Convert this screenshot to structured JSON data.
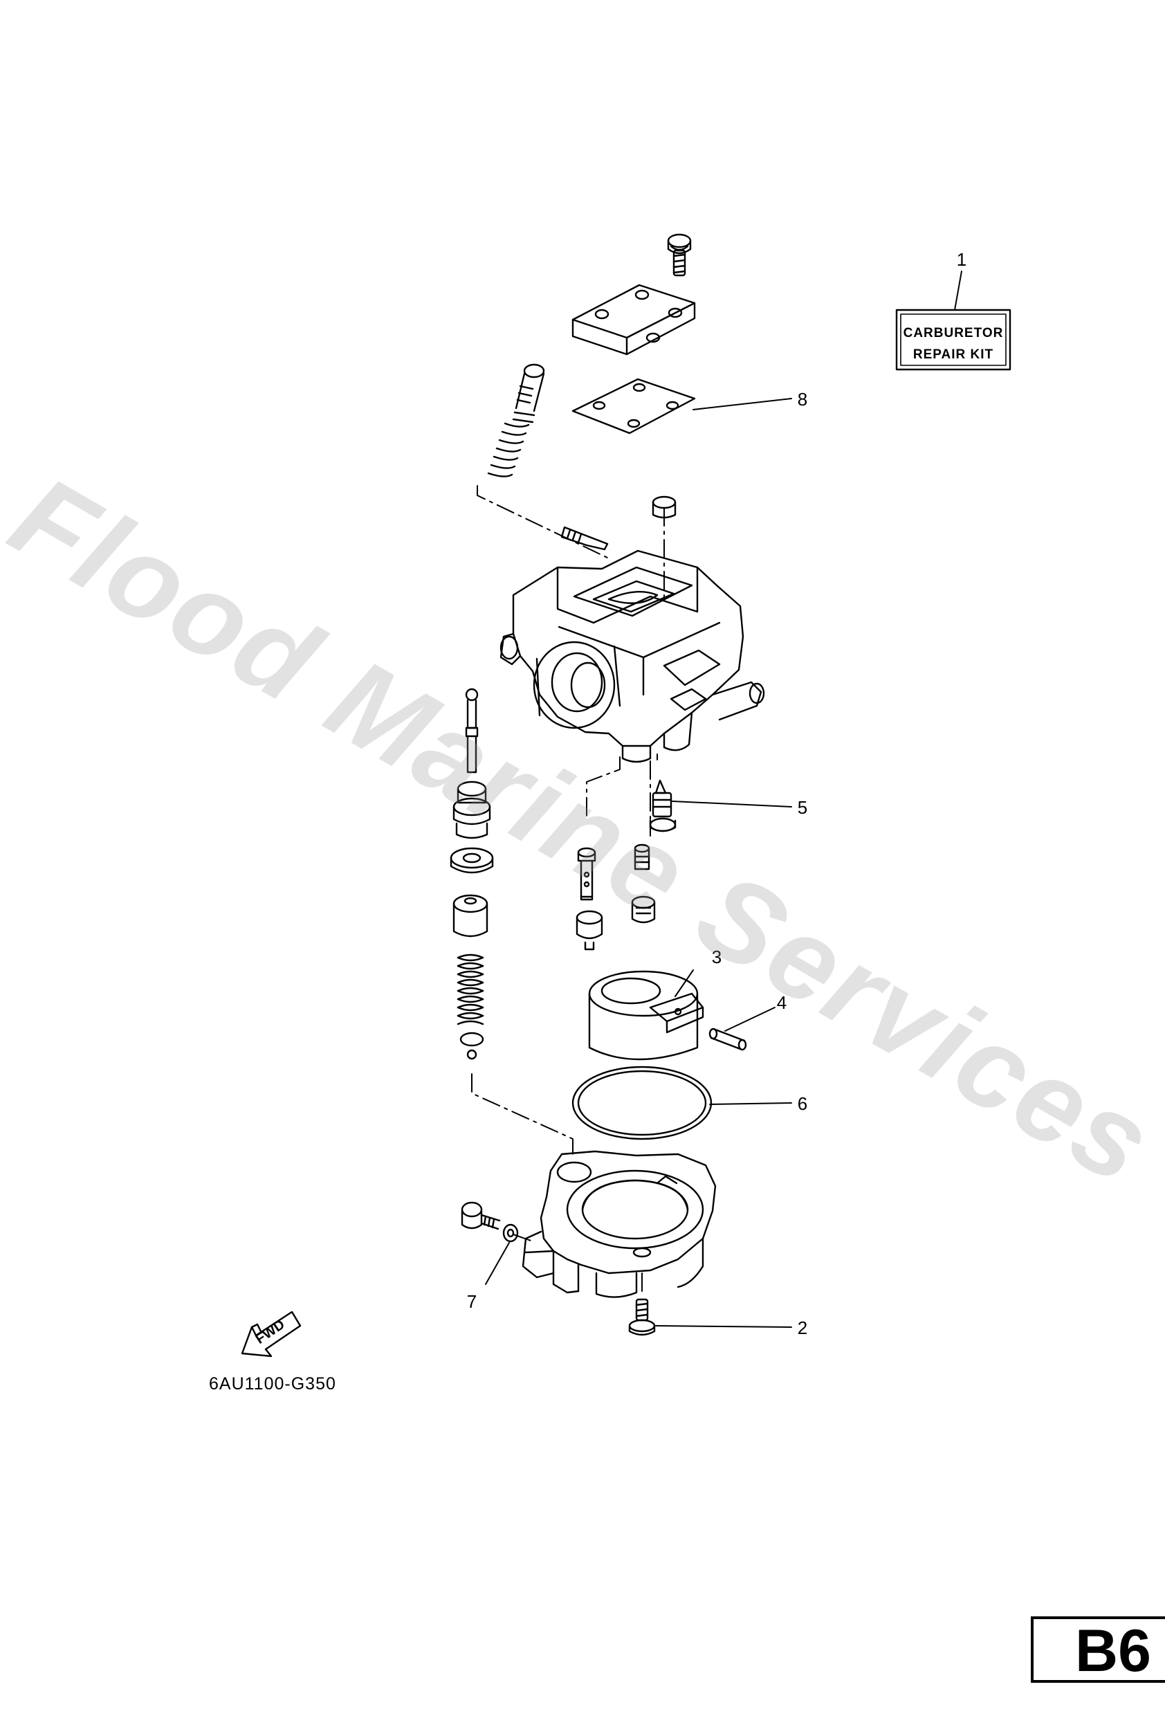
{
  "watermark": "Flood Marine Services",
  "kit_label": {
    "line1": "CARBURETOR",
    "line2": "REPAIR KIT"
  },
  "fwd_label": "FWD",
  "diagram_code": "6AU1100-G350",
  "page_code": "B6",
  "callouts": [
    {
      "id": "1",
      "part": "repair kit label"
    },
    {
      "id": "2",
      "part": "screw"
    },
    {
      "id": "3",
      "part": "float"
    },
    {
      "id": "4",
      "part": "pin"
    },
    {
      "id": "5",
      "part": "needle valve"
    },
    {
      "id": "6",
      "part": "o-ring"
    },
    {
      "id": "7",
      "part": "washer"
    },
    {
      "id": "8",
      "part": "gasket"
    }
  ]
}
